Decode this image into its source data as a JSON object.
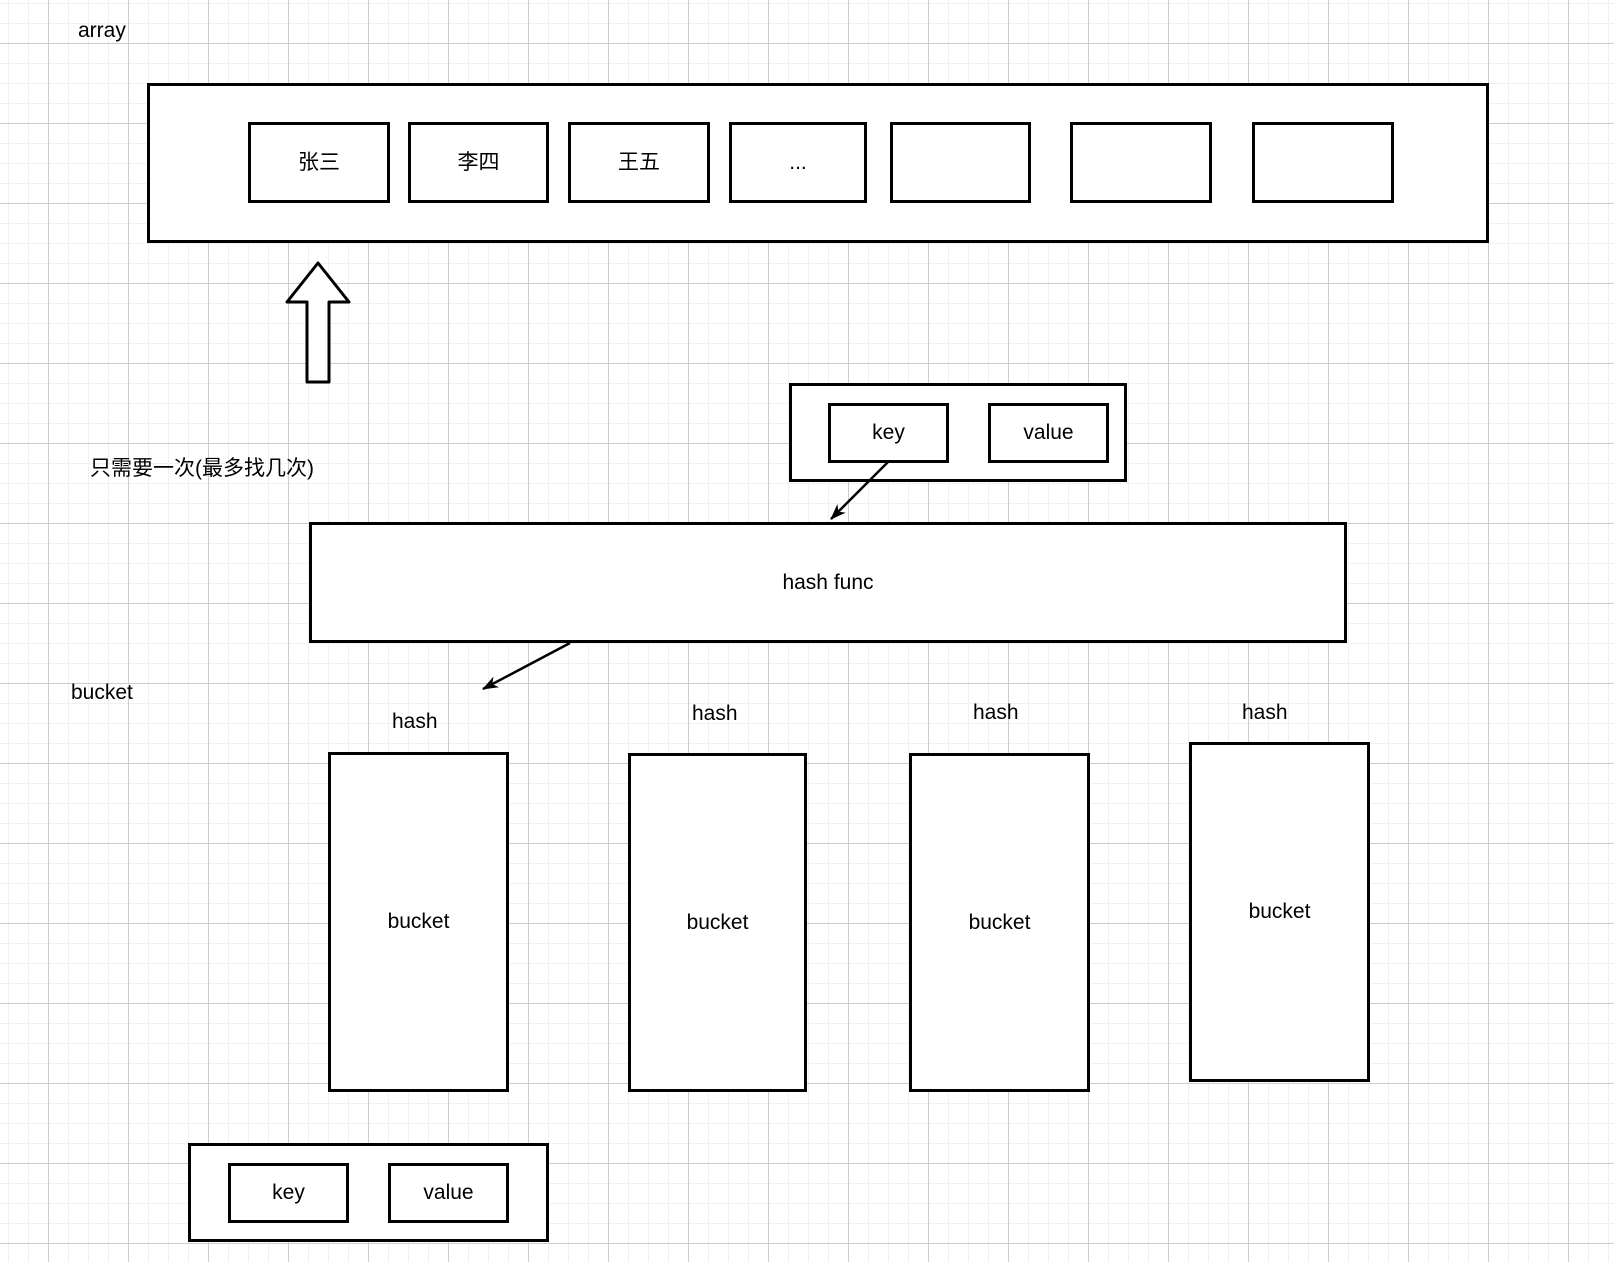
{
  "labels": {
    "array": "array",
    "note": "只需要一次(最多找几次)",
    "bucket_side": "bucket"
  },
  "array": {
    "cells": [
      {
        "label": "张三"
      },
      {
        "label": "李四"
      },
      {
        "label": "王五"
      },
      {
        "label": "..."
      },
      {
        "label": ""
      },
      {
        "label": ""
      },
      {
        "label": ""
      }
    ]
  },
  "kv_top": {
    "key": "key",
    "value": "value"
  },
  "hash_func": {
    "label": "hash func"
  },
  "buckets": [
    {
      "hash_label": "hash",
      "label": "bucket"
    },
    {
      "hash_label": "hash",
      "label": "bucket"
    },
    {
      "hash_label": "hash",
      "label": "bucket"
    },
    {
      "hash_label": "hash",
      "label": "bucket"
    }
  ],
  "kv_bottom": {
    "key": "key",
    "value": "value"
  },
  "colors": {
    "stroke": "#000000",
    "background": "#ffffff",
    "grid_minor": "#f1f1f2",
    "grid_major": "#c9cdd1"
  }
}
